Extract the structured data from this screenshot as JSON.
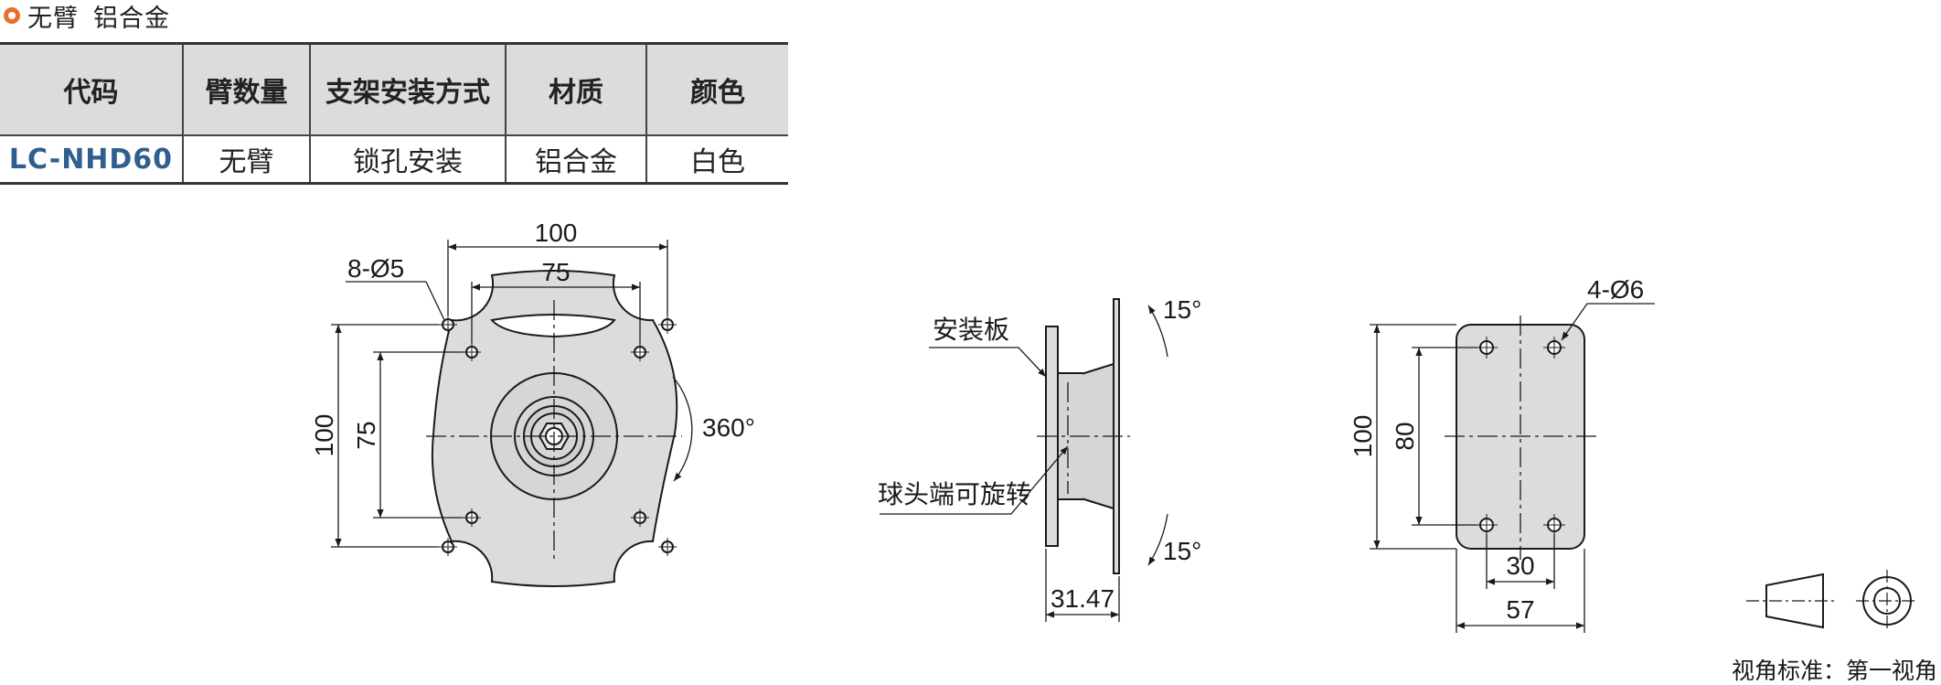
{
  "title": {
    "part1": "无臂",
    "part2": "铝合金"
  },
  "table": {
    "headers": [
      "代码",
      "臂数量",
      "支架安装方式",
      "材质",
      "颜色"
    ],
    "row": [
      "LC-NHD60",
      "无臂",
      "锁孔安装",
      "铝合金",
      "白色"
    ]
  },
  "front_view": {
    "dim_top_outer": "100",
    "dim_top_inner": "75",
    "holes": "8-Ø5",
    "dim_left_outer": "100",
    "dim_left_inner": "75",
    "rotation": "360°"
  },
  "side_view": {
    "mount_plate": "安装板",
    "ball_joint": "球头端可旋转",
    "tilt_top": "15°",
    "tilt_bottom": "15°",
    "depth": "31.47"
  },
  "back_view": {
    "holes": "4-Ø6",
    "dim_height_outer": "100",
    "dim_height_inner": "80",
    "dim_width_inner": "30",
    "dim_width_outer": "57"
  },
  "projection_note": "视角标准：第一视角"
}
